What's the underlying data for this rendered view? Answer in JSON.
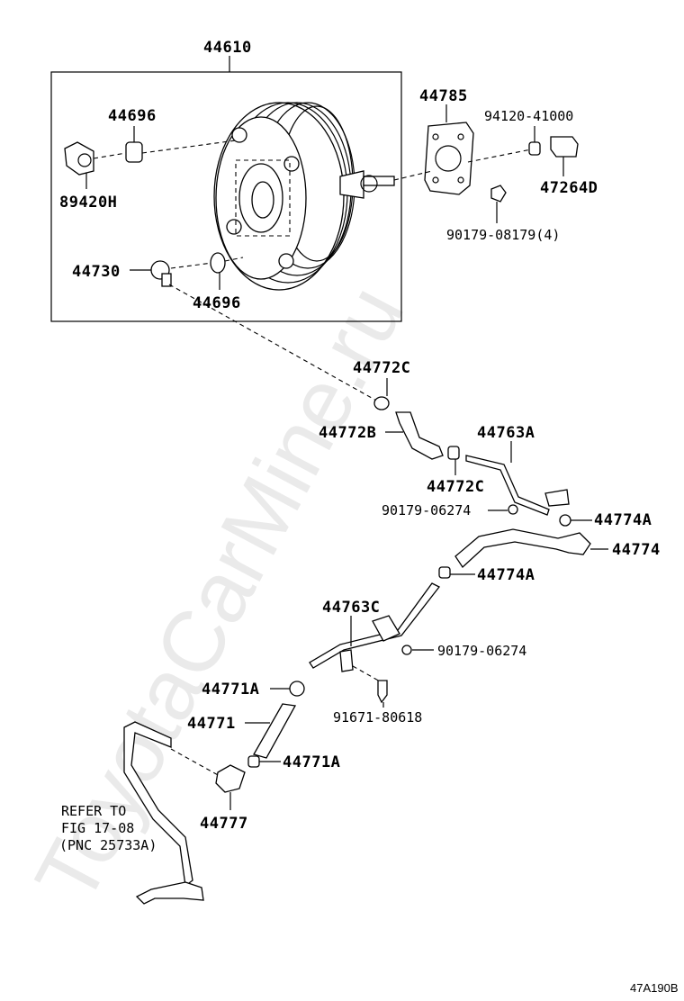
{
  "watermark": "ToyotaCarMine.ru",
  "figure_code": "47A190B",
  "refer_note": {
    "line1": "REFER TO",
    "line2": "FIG 17-08",
    "line3": "(PNC 25733A)"
  },
  "labels": {
    "l44610": "44610",
    "l44696_top": "44696",
    "l89420H": "89420H",
    "l44730": "44730",
    "l44696_bot": "44696",
    "l44785": "44785",
    "l94120": "94120-41000",
    "l47264D": "47264D",
    "l90179_08179": "90179-08179(4)",
    "l44772C_top": "44772C",
    "l44772B": "44772B",
    "l44763A": "44763A",
    "l44772C_mid": "44772C",
    "l90179_06274_a": "90179-06274",
    "l44774A_a": "44774A",
    "l44774": "44774",
    "l44774A_b": "44774A",
    "l44763C": "44763C",
    "l90179_06274_b": "90179-06274",
    "l44771A_a": "44771A",
    "l91671": "91671-80618",
    "l44771": "44771",
    "l44771A_b": "44771A",
    "l44777": "44777"
  }
}
